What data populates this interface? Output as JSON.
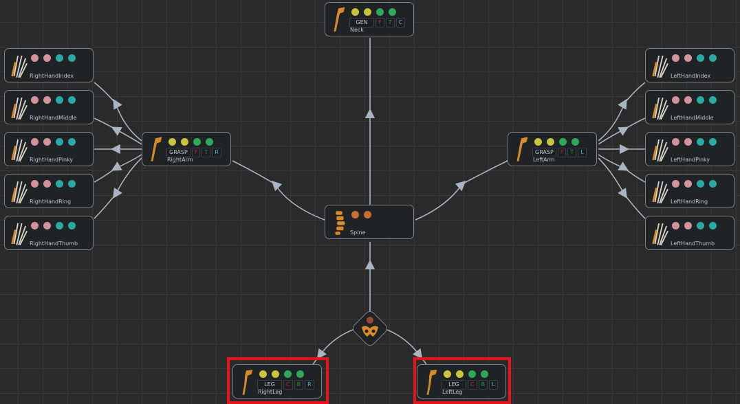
{
  "colors": {
    "yellow": "#c8c43c",
    "green": "#2ea85a",
    "pink": "#d4939c",
    "teal": "#2aa8a4",
    "orange": "#c86e2c",
    "brown": "#9a4a30",
    "tag_red": "#c02828",
    "tag_green": "#1e9a3c",
    "tag_cyan": "#3ab8d0",
    "tag_text": "#b8c4d0",
    "bone": "#d88a28"
  },
  "nodes": [
    {
      "id": "neck",
      "label": "Neck",
      "icon": "arm-bone-icon",
      "dots": [
        "yellow",
        "yellow",
        "green",
        "green"
      ],
      "tags": [
        {
          "t": "GEN",
          "c": "tag_text"
        },
        {
          "t": "F",
          "c": "tag_red"
        },
        {
          "t": "T",
          "c": "tag_green"
        },
        {
          "t": "C",
          "c": "tag_cyan"
        }
      ]
    },
    {
      "id": "rh_index",
      "label": "RightHandIndex",
      "icon": "hand-bones-icon",
      "dots": [
        "pink",
        "pink",
        "teal",
        "teal"
      ],
      "tags": []
    },
    {
      "id": "rh_middle",
      "label": "RightHandMiddle",
      "icon": "hand-bones-icon",
      "dots": [
        "pink",
        "pink",
        "teal",
        "teal"
      ],
      "tags": []
    },
    {
      "id": "rh_pinky",
      "label": "RightHandPinky",
      "icon": "hand-bones-icon",
      "dots": [
        "pink",
        "pink",
        "teal",
        "teal"
      ],
      "tags": []
    },
    {
      "id": "rh_ring",
      "label": "RightHandRing",
      "icon": "hand-bones-icon",
      "dots": [
        "pink",
        "pink",
        "teal",
        "teal"
      ],
      "tags": []
    },
    {
      "id": "rh_thumb",
      "label": "RightHandThumb",
      "icon": "hand-bones-icon",
      "dots": [
        "pink",
        "pink",
        "teal",
        "teal"
      ],
      "tags": []
    },
    {
      "id": "right_arm",
      "label": "RightArm",
      "icon": "arm-bone-icon",
      "dots": [
        "yellow",
        "yellow",
        "green",
        "green"
      ],
      "tags": [
        {
          "t": "GRASP",
          "c": "tag_text"
        },
        {
          "t": "F",
          "c": "tag_red"
        },
        {
          "t": "T",
          "c": "tag_green"
        },
        {
          "t": "R",
          "c": "tag_cyan"
        }
      ]
    },
    {
      "id": "left_arm",
      "label": "LeftArm",
      "icon": "arm-bone-icon",
      "dots": [
        "yellow",
        "yellow",
        "green",
        "green"
      ],
      "tags": [
        {
          "t": "GRASP",
          "c": "tag_text"
        },
        {
          "t": "F",
          "c": "tag_red"
        },
        {
          "t": "T",
          "c": "tag_green"
        },
        {
          "t": "L",
          "c": "tag_cyan"
        }
      ]
    },
    {
      "id": "lh_index",
      "label": "LeftHandIndex",
      "icon": "hand-bones-icon",
      "dots": [
        "pink",
        "pink",
        "teal",
        "teal"
      ],
      "tags": []
    },
    {
      "id": "lh_middle",
      "label": "LeftHandMiddle",
      "icon": "hand-bones-icon",
      "dots": [
        "pink",
        "pink",
        "teal",
        "teal"
      ],
      "tags": []
    },
    {
      "id": "lh_pinky",
      "label": "LeftHandPinky",
      "icon": "hand-bones-icon",
      "dots": [
        "pink",
        "pink",
        "teal",
        "teal"
      ],
      "tags": []
    },
    {
      "id": "lh_ring",
      "label": "LeftHandRing",
      "icon": "hand-bones-icon",
      "dots": [
        "pink",
        "pink",
        "teal",
        "teal"
      ],
      "tags": []
    },
    {
      "id": "lh_thumb",
      "label": "LeftHandThumb",
      "icon": "hand-bones-icon",
      "dots": [
        "pink",
        "pink",
        "teal",
        "teal"
      ],
      "tags": []
    },
    {
      "id": "spine",
      "label": "Spine",
      "icon": "spine-icon",
      "dots": [
        "orange",
        "orange"
      ],
      "tags": []
    },
    {
      "id": "right_leg",
      "label": "RightLeg",
      "icon": "leg-bone-icon",
      "dots": [
        "yellow",
        "yellow",
        "green",
        "green"
      ],
      "tags": [
        {
          "t": "LEG",
          "c": "tag_text"
        },
        {
          "t": "C",
          "c": "tag_red"
        },
        {
          "t": "B",
          "c": "tag_green"
        },
        {
          "t": "R",
          "c": "tag_cyan"
        }
      ]
    },
    {
      "id": "left_leg",
      "label": "LeftLeg",
      "icon": "leg-bone-icon",
      "dots": [
        "yellow",
        "yellow",
        "green",
        "green"
      ],
      "tags": [
        {
          "t": "LEG",
          "c": "tag_text"
        },
        {
          "t": "C",
          "c": "tag_red"
        },
        {
          "t": "B",
          "c": "tag_green"
        },
        {
          "t": "L",
          "c": "tag_cyan"
        }
      ]
    }
  ],
  "root": {
    "icon": "pelvis-icon",
    "dots": [
      "brown"
    ]
  }
}
